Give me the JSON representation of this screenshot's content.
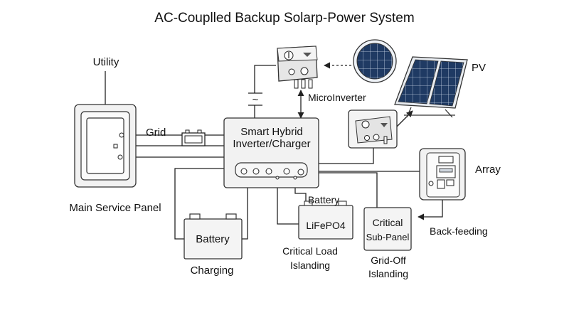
{
  "title": "AC-Couplled Backup Solarp-Power System",
  "labels": {
    "utility": "Utility",
    "grid": "Grid",
    "main_panel": "Main Service Panel",
    "inverter_line1": "Smart Hybrid",
    "inverter_line2": "Inverter/Charger",
    "microinverter": "MicroInverter",
    "pv": "PV",
    "array": "Array",
    "battery_box": "Battery",
    "charging": "Charging",
    "battery_small": "Battery",
    "lifepo4": "LiFePO4",
    "critical_load_line1": "Critical Load",
    "critical_load_line2": "Islanding",
    "subpanel_line1": "Critical",
    "subpanel_line2": "Sub-Panel",
    "gridoff_line1": "Grid-Off",
    "gridoff_line2": "Islanding",
    "backfeeding": "Back-feeding",
    "ac_symbol": "~"
  },
  "icons": {
    "microinverter_unit": "microinverter-icon",
    "solar_panel": "solar-panel-icon",
    "meter": "meter-icon",
    "charge_controller": "charge-controller-icon",
    "small_battery": "battery-icon"
  }
}
